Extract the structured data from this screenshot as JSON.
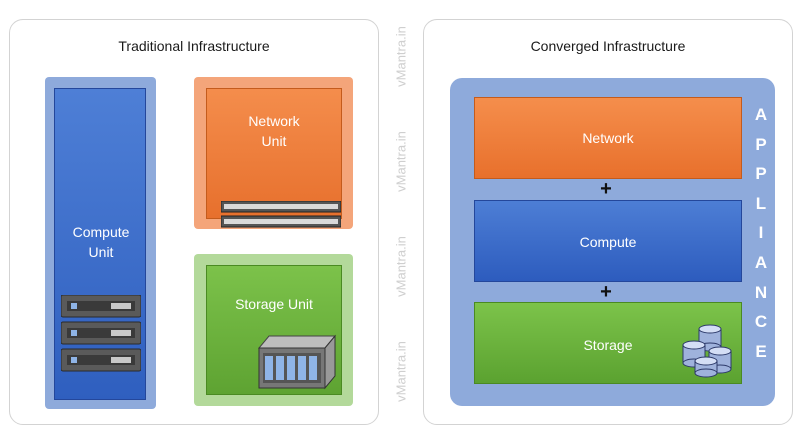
{
  "traditional": {
    "title": "Traditional Infrastructure",
    "compute_label": "Compute Unit",
    "network_label": "Network Unit",
    "storage_label": "Storage Unit"
  },
  "converged": {
    "title": "Converged Infrastructure",
    "network_label": "Network",
    "compute_label": "Compute",
    "storage_label": "Storage",
    "plus": "+",
    "appliance_letters": [
      "A",
      "P",
      "P",
      "L",
      "I",
      "A",
      "N",
      "C",
      "E"
    ]
  },
  "watermark": "vMantra.in",
  "icons": [
    "server-rack-icon",
    "network-switch-icon",
    "storage-array-icon",
    "database-stack-icon"
  ],
  "colors": {
    "orange": "#ed7d31",
    "blue": "#4472c4",
    "green": "#70ad47",
    "appliance": "#8eaadb"
  }
}
